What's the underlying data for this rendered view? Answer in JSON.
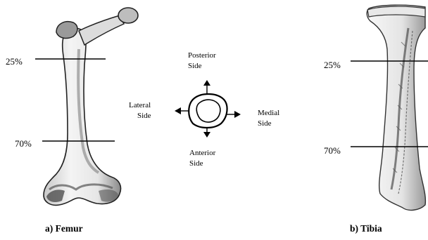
{
  "femur": {
    "caption": "a) Femur",
    "level_top": "25%",
    "level_bottom": "70%"
  },
  "tibia": {
    "caption": "b) Tibia",
    "level_top": "25%",
    "level_bottom": "70%"
  },
  "cross_section": {
    "posterior": [
      "Posterior",
      "Side"
    ],
    "lateral": [
      "Lateral",
      "Side"
    ],
    "medial": [
      "Medial",
      "Side"
    ],
    "anterior": [
      "Anterior",
      "Side"
    ]
  }
}
